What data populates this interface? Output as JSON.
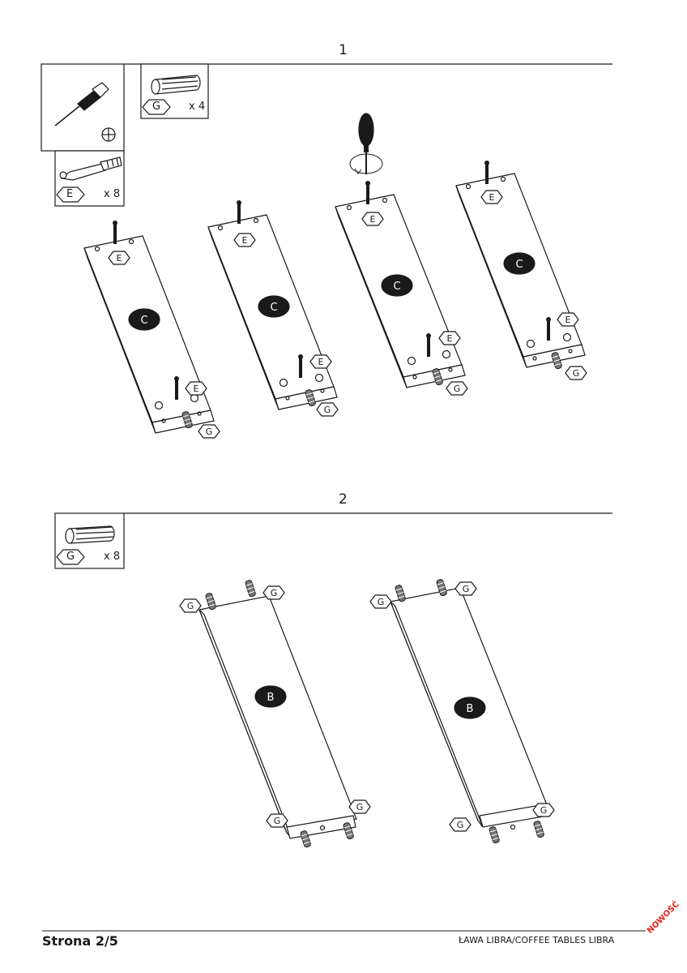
{
  "steps": [
    {
      "number": "1",
      "screwdriver_symbol": "phillips-icon",
      "parts": [
        {
          "code": "G",
          "qty": "x 4",
          "icon": "dowel-icon"
        },
        {
          "code": "E",
          "qty": "x 8",
          "icon": "cam-bolt-icon"
        }
      ],
      "panel_label": "C",
      "fitting_labels": [
        "E",
        "G"
      ]
    },
    {
      "number": "2",
      "parts": [
        {
          "code": "G",
          "qty": "x 8",
          "icon": "dowel-icon"
        }
      ],
      "panel_label": "B",
      "fitting_labels": [
        "G"
      ]
    }
  ],
  "footer": {
    "page": "Strona 2/5",
    "product": "ŁAWA LIBRA/COFFEE TABLES LIBRA",
    "stamp": "NOWOŚĆ"
  },
  "colors": {
    "ink": "#1a1a1a",
    "stamp": "#e2231a"
  }
}
